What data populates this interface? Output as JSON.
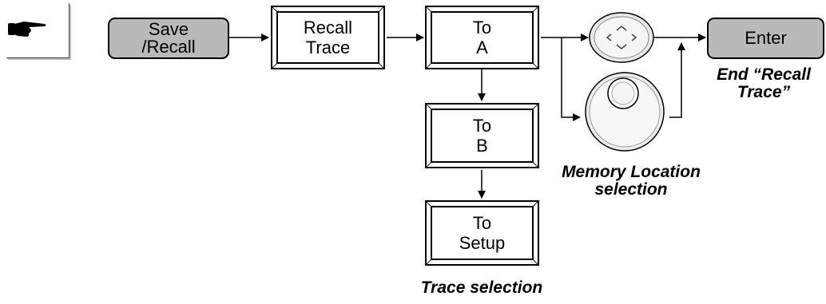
{
  "note_icon": "pointing-hand-icon",
  "keys": {
    "save_recall": [
      "Save",
      "/Recall"
    ],
    "recall_trace": [
      "Recall",
      "Trace"
    ],
    "to_a": [
      "To",
      "A"
    ],
    "to_b": [
      "To",
      "B"
    ],
    "to_setup": [
      "To",
      "Setup"
    ],
    "enter": "Enter"
  },
  "controls": {
    "arrow_pad_icon": "arrow-pad-icon",
    "knob_icon": "rotary-knob-icon"
  },
  "captions": {
    "end": [
      "End “Recall",
      "Trace”"
    ],
    "memory": [
      "Memory Location",
      "selection"
    ],
    "trace": "Trace selection"
  },
  "colors": {
    "hard_key_fill": "#b9b9b9",
    "softkey_fill": "#ffffff",
    "line": "#000000"
  }
}
